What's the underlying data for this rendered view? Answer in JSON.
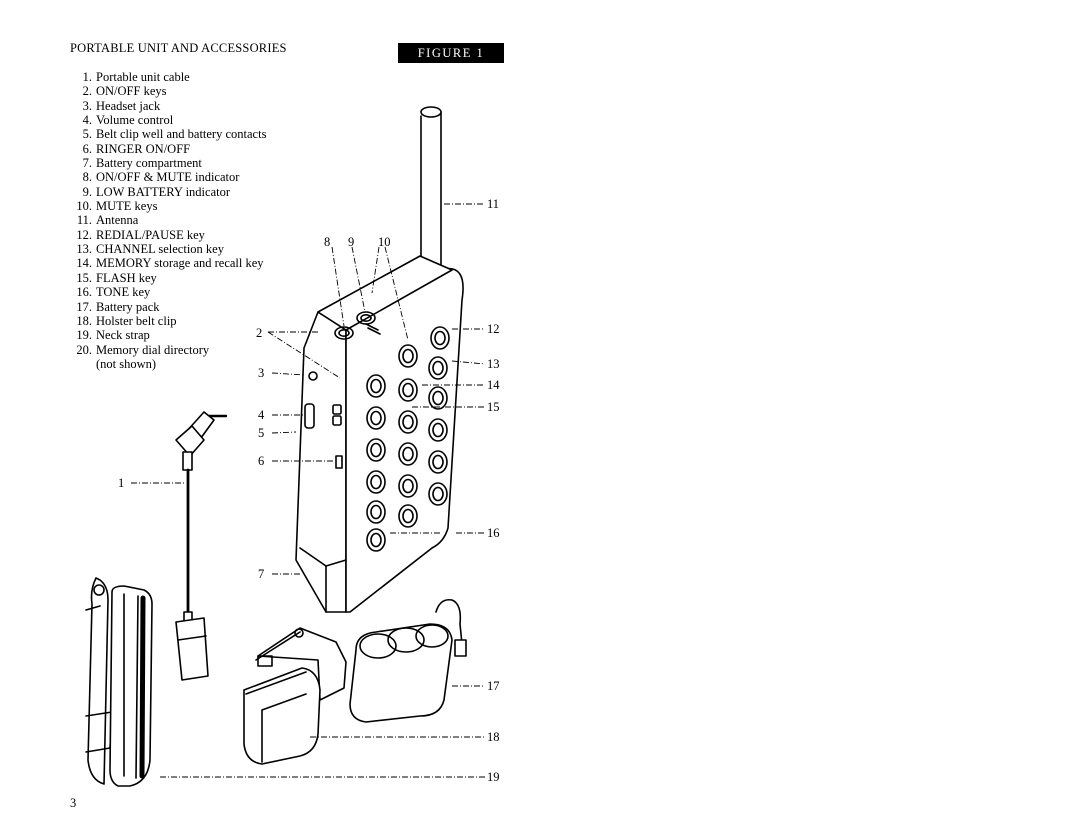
{
  "header": {
    "title": "PORTABLE UNIT AND ACCESSORIES",
    "figure_label": "FIGURE  1"
  },
  "legend": [
    {
      "num": "1.",
      "label": "Portable unit cable"
    },
    {
      "num": "2.",
      "label": "ON/OFF keys"
    },
    {
      "num": "3.",
      "label": "Headset jack"
    },
    {
      "num": "4.",
      "label": "Volume  control"
    },
    {
      "num": "5.",
      "label": "Belt clip well and battery contacts"
    },
    {
      "num": "6.",
      "label": "RINGER ON/OFF"
    },
    {
      "num": "7.",
      "label": "Battery compartment"
    },
    {
      "num": "8.",
      "label": "ON/OFF & MUTE indicator"
    },
    {
      "num": "9.",
      "label": "LOW BATTERY indicator"
    },
    {
      "num": "10.",
      "label": "MUTE keys"
    },
    {
      "num": "11.",
      "label": "Antenna"
    },
    {
      "num": "12.",
      "label": "REDIAL/PAUSE  key"
    },
    {
      "num": "13.",
      "label": "CHANNEL selection key"
    },
    {
      "num": "14.",
      "label": "MEMORY storage and recall key"
    },
    {
      "num": "15.",
      "label": "FLASH key"
    },
    {
      "num": "16.",
      "label": "TONE key"
    },
    {
      "num": "17.",
      "label": "Battery pack"
    },
    {
      "num": "18.",
      "label": "Holster belt clip"
    },
    {
      "num": "19.",
      "label": "Neck strap"
    },
    {
      "num": "20.",
      "label": "Memory dial directory"
    }
  ],
  "legend_continuation": "(not shown)",
  "callouts": [
    "1",
    "2",
    "3",
    "4",
    "5",
    "6",
    "7",
    "8",
    "9",
    "10",
    "11",
    "12",
    "13",
    "14",
    "15",
    "16",
    "17",
    "18",
    "19"
  ],
  "page_number": "3"
}
